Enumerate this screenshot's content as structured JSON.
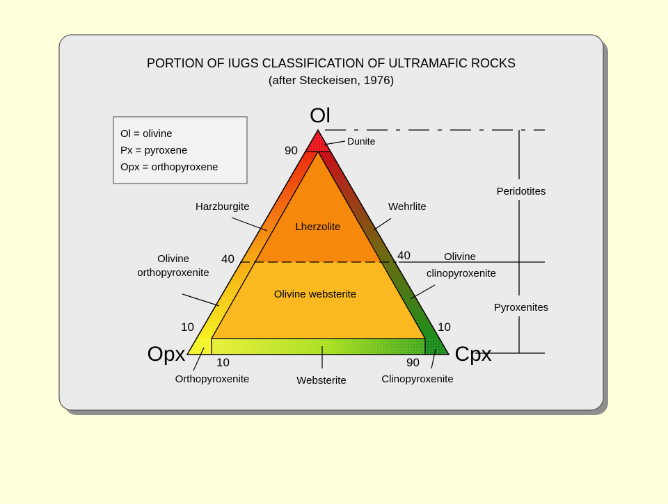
{
  "title": "PORTION OF IUGS CLASSIFICATION OF ULTRAMAFIC ROCKS",
  "subtitle": "(after Steckeisen, 1976)",
  "legend": [
    "Ol = olivine",
    "Px = pyroxene",
    "Opx = orthopyroxene"
  ],
  "apices": {
    "top": "Ol",
    "left": "Opx",
    "right": "Cpx"
  },
  "ticks": {
    "ol90": "90",
    "ol40_left": "40",
    "ol40_right": "40",
    "ol10_left": "10",
    "ol10_right": "10",
    "base10": "10",
    "base90": "90"
  },
  "fields": {
    "dunite": "Dunite",
    "harzburgite": "Harzburgite",
    "wehrlite": "Wehrlite",
    "lherzolite": "Lherzolite",
    "ol_opx_1": "Olivine",
    "ol_opx_2": "orthopyroxenite",
    "ol_cpx_1": "Olivine",
    "ol_cpx_2": "clinopyroxenite",
    "ol_websterite": "Olivine websterite",
    "orthopyroxenite": "Orthopyroxenite",
    "websterite": "Websterite",
    "clinopyroxenite": "Clinopyroxenite"
  },
  "groups": {
    "peridotites": "Peridotites",
    "pyroxenites": "Pyroxenites"
  },
  "colors": {
    "background": "#ffffdb",
    "panel": "#ebebeb",
    "dunite": "#e8141c",
    "lherzolite": "#f6880c",
    "olivine_websterite": "#fbb921",
    "cpx_corner": "#1a8a1a",
    "opx_corner": "#f5f52a"
  }
}
